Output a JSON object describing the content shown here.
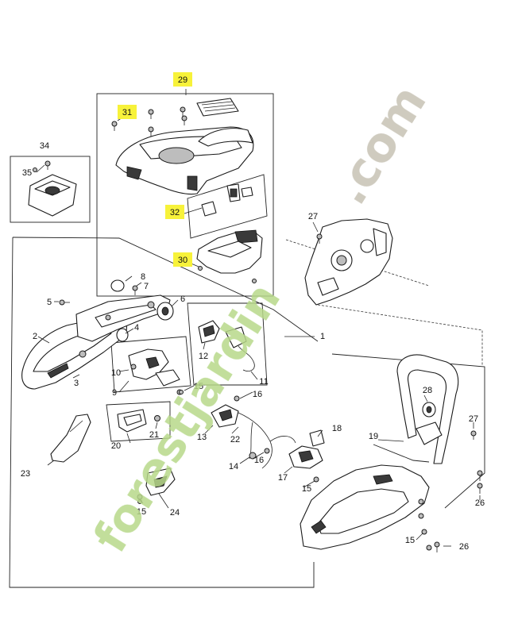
{
  "watermark": {
    "brand_left": "forest",
    "brand_right": "jardin",
    "suffix": ".com",
    "color_main": "#b7d98a",
    "color_suffix": "#c7c2b4"
  },
  "highlight_color": "#f7f23a",
  "callouts": {
    "c1": "1",
    "c2": "2",
    "c3": "3",
    "c4": "4",
    "c5": "5",
    "c6": "6",
    "c7": "7",
    "c8": "8",
    "c9": "9",
    "c10": "10",
    "c11": "11",
    "c12": "12",
    "c13": "13",
    "c14": "14",
    "c15a": "15",
    "c15b": "15",
    "c15c": "15",
    "c15d": "15",
    "c16a": "16",
    "c16b": "16",
    "c17": "17",
    "c18": "18",
    "c19": "19",
    "c20": "20",
    "c21": "21",
    "c22": "22",
    "c23": "23",
    "c24": "24",
    "c26a": "26",
    "c26b": "26",
    "c27a": "27",
    "c27b": "27",
    "c28": "28",
    "c29": "29",
    "c30": "30",
    "c31": "31",
    "c32": "32",
    "c34": "34",
    "c35": "35"
  }
}
